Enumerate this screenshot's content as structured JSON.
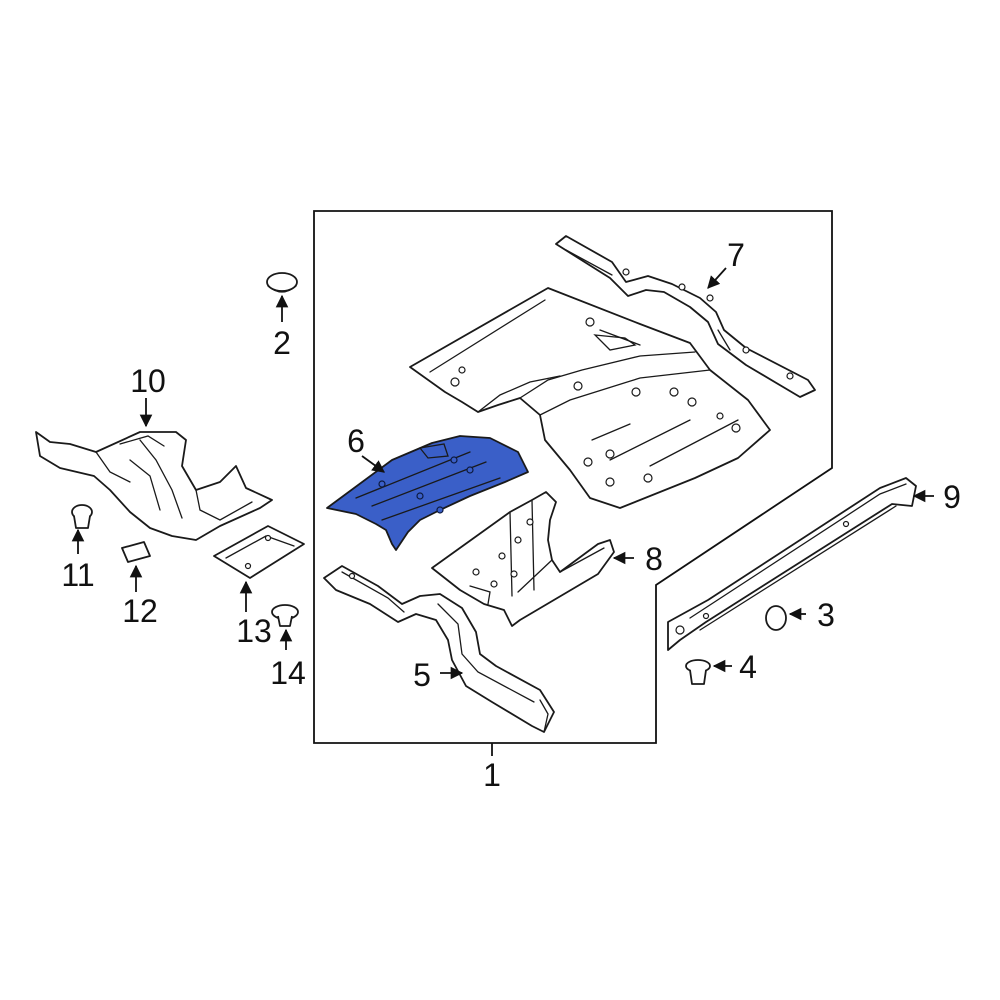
{
  "diagram": {
    "highlight_color": "#3a5fc8",
    "line_color": "#1a1a1a",
    "callouts": [
      {
        "id": "1",
        "label": "1"
      },
      {
        "id": "2",
        "label": "2"
      },
      {
        "id": "3",
        "label": "3"
      },
      {
        "id": "4",
        "label": "4"
      },
      {
        "id": "5",
        "label": "5"
      },
      {
        "id": "6",
        "label": "6"
      },
      {
        "id": "7",
        "label": "7"
      },
      {
        "id": "8",
        "label": "8"
      },
      {
        "id": "9",
        "label": "9"
      },
      {
        "id": "10",
        "label": "10"
      },
      {
        "id": "11",
        "label": "11"
      },
      {
        "id": "12",
        "label": "12"
      },
      {
        "id": "13",
        "label": "13"
      },
      {
        "id": "14",
        "label": "14"
      }
    ]
  }
}
